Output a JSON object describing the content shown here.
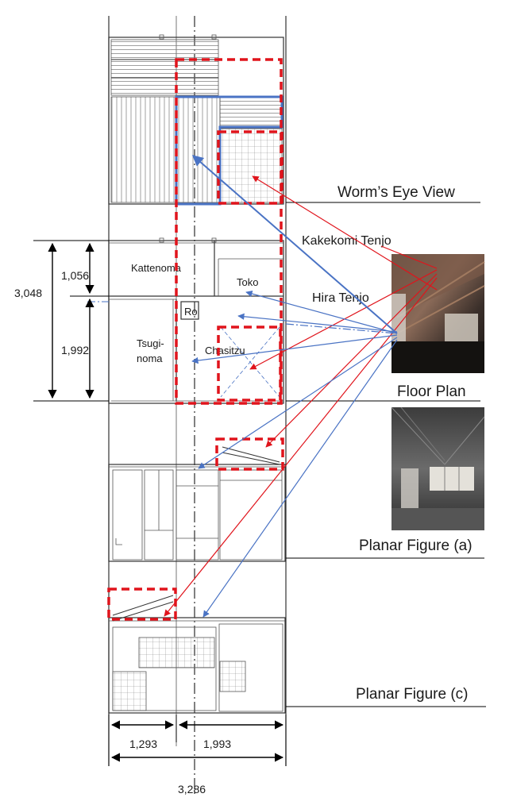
{
  "labels": {
    "worms_eye_view": "Worm’s Eye View",
    "kakekomi_tenjo": "Kakekomi Tenjo",
    "hira_tenjo": "Hira Tenjo",
    "floor_plan": "Floor Plan",
    "planar_figure_a": "Planar Figure (a)",
    "planar_figure_c": "Planar Figure (c)"
  },
  "rooms": {
    "kattenoma": "Kattenoma",
    "toko": "Toko",
    "ro": "Ro",
    "tsugi_line1": "Tsugi-",
    "tsugi_line2": "noma",
    "chasitzu": "Chasitzu"
  },
  "dimensions": {
    "d_3048": "3,048",
    "d_1056": "1,056",
    "d_1992": "1,992",
    "d_1293": "1,293",
    "d_1993": "1,993",
    "d_3286": "3,286"
  },
  "colors": {
    "red": "#e0141c",
    "blue": "#4a73c4"
  },
  "icons": {
    "photo_top": "photo-icon",
    "photo_bottom": "photo-icon"
  }
}
